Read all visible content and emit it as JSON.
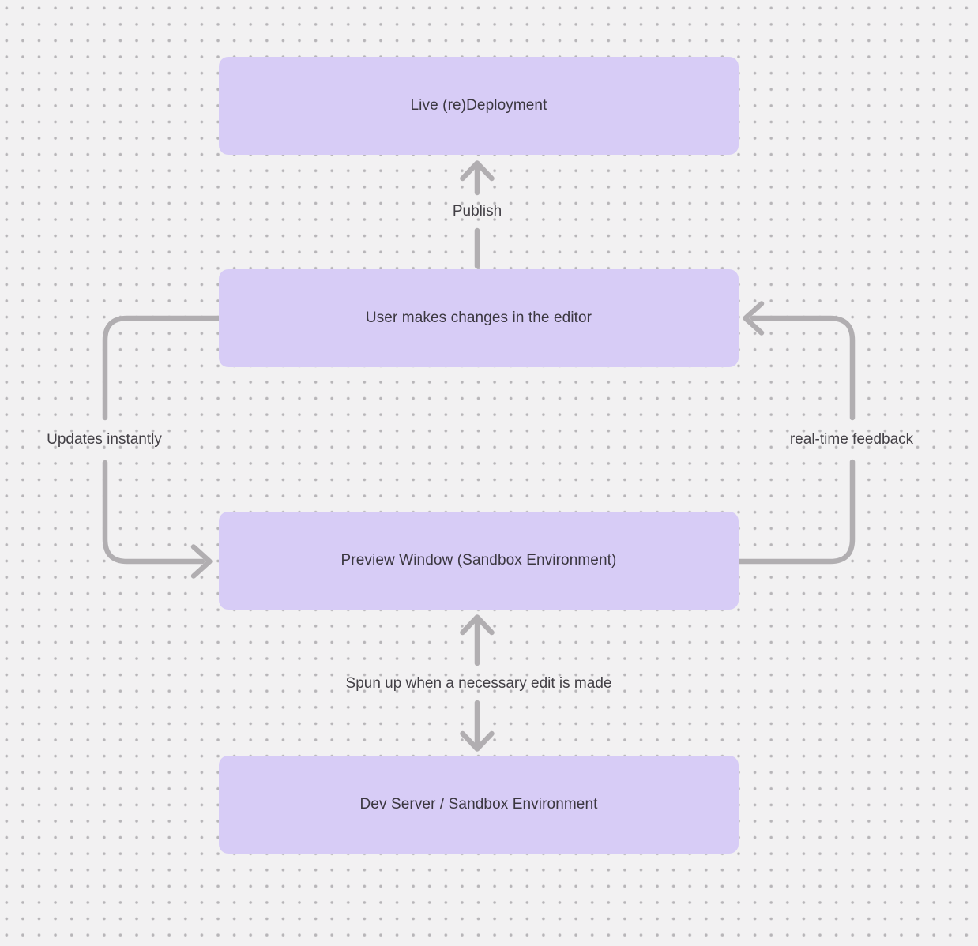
{
  "colors": {
    "background": "#f2f1f2",
    "dot": "#b7b5b8",
    "node_fill": "#d7ccf6",
    "node_text": "#3b3740",
    "edge_label_text": "#434046",
    "arrow": "#b1aeb1"
  },
  "nodes": [
    {
      "id": "live-redeployment",
      "label": "Live (re)Deployment"
    },
    {
      "id": "user-editor",
      "label": "User makes changes in the editor"
    },
    {
      "id": "preview-window",
      "label": "Preview Window (Sandbox Environment)"
    },
    {
      "id": "dev-server",
      "label": "Dev Server / Sandbox Environment"
    }
  ],
  "edges": [
    {
      "id": "publish",
      "label": "Publish",
      "from": "user-editor",
      "to": "live-redeployment",
      "direction": "up"
    },
    {
      "id": "updates-instantly",
      "label": "Updates instantly",
      "from": "user-editor",
      "to": "preview-window",
      "direction": "left-loop-down"
    },
    {
      "id": "real-time-feedback",
      "label": "real-time feedback",
      "from": "preview-window",
      "to": "user-editor",
      "direction": "right-loop-up"
    },
    {
      "id": "spun-up",
      "label": "Spun up when a necessary edit is made",
      "from": "preview-window",
      "to": "dev-server",
      "bidirectional": true
    }
  ]
}
